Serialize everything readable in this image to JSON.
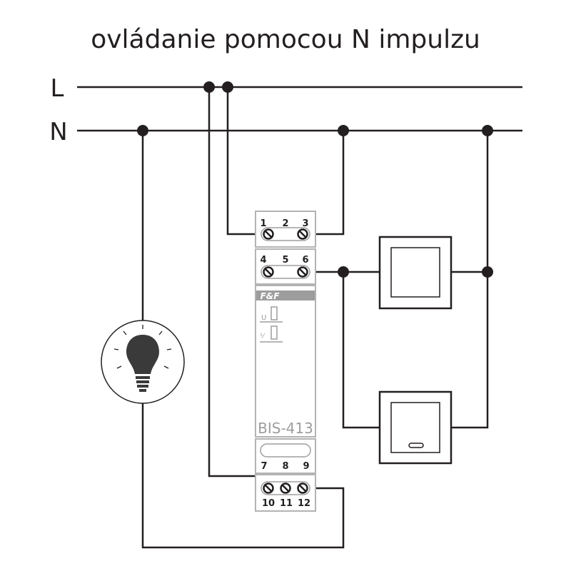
{
  "title": "ovládanie pomocou N impulzu",
  "buses": {
    "L": "L",
    "N": "N"
  },
  "module": {
    "brand": "F&F",
    "model": "BIS-413",
    "symbol_u": "U",
    "symbol_pulse": "⅟",
    "terminals_top1": [
      "1",
      "2",
      "3"
    ],
    "terminals_top2": [
      "4",
      "5",
      "6"
    ],
    "terminals_bottom1": [
      "7",
      "8",
      "9"
    ],
    "terminals_bottom2": [
      "10",
      "11",
      "12"
    ]
  },
  "colors": {
    "wire": "#231f20",
    "device": "#b3b3b3",
    "lamp": "#3a3a3a"
  }
}
